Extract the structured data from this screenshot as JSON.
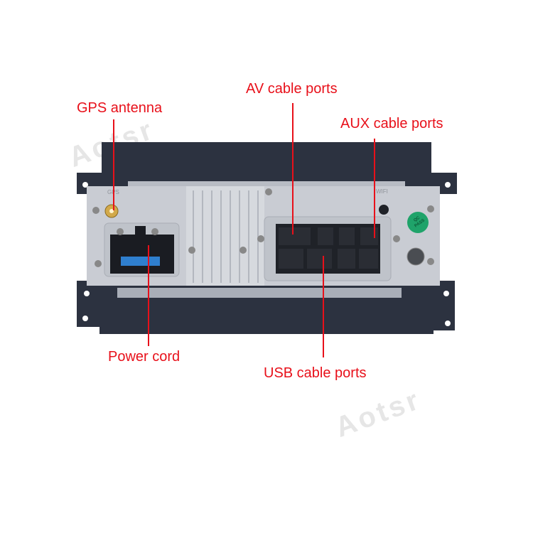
{
  "labels": {
    "gps": "GPS antenna",
    "av": "AV cable ports",
    "aux": "AUX cable ports",
    "power": "Power cord",
    "usb": "USB cable ports"
  },
  "device_markings": {
    "gps": "GPS",
    "wifi": "WIFI",
    "qc": "QC PASS"
  },
  "watermark": "Aotsr",
  "colors": {
    "annotation": "#e8101a",
    "bracket": "#2c3240",
    "panel": "#c9ccd3",
    "sticker": "#1fa36a"
  }
}
